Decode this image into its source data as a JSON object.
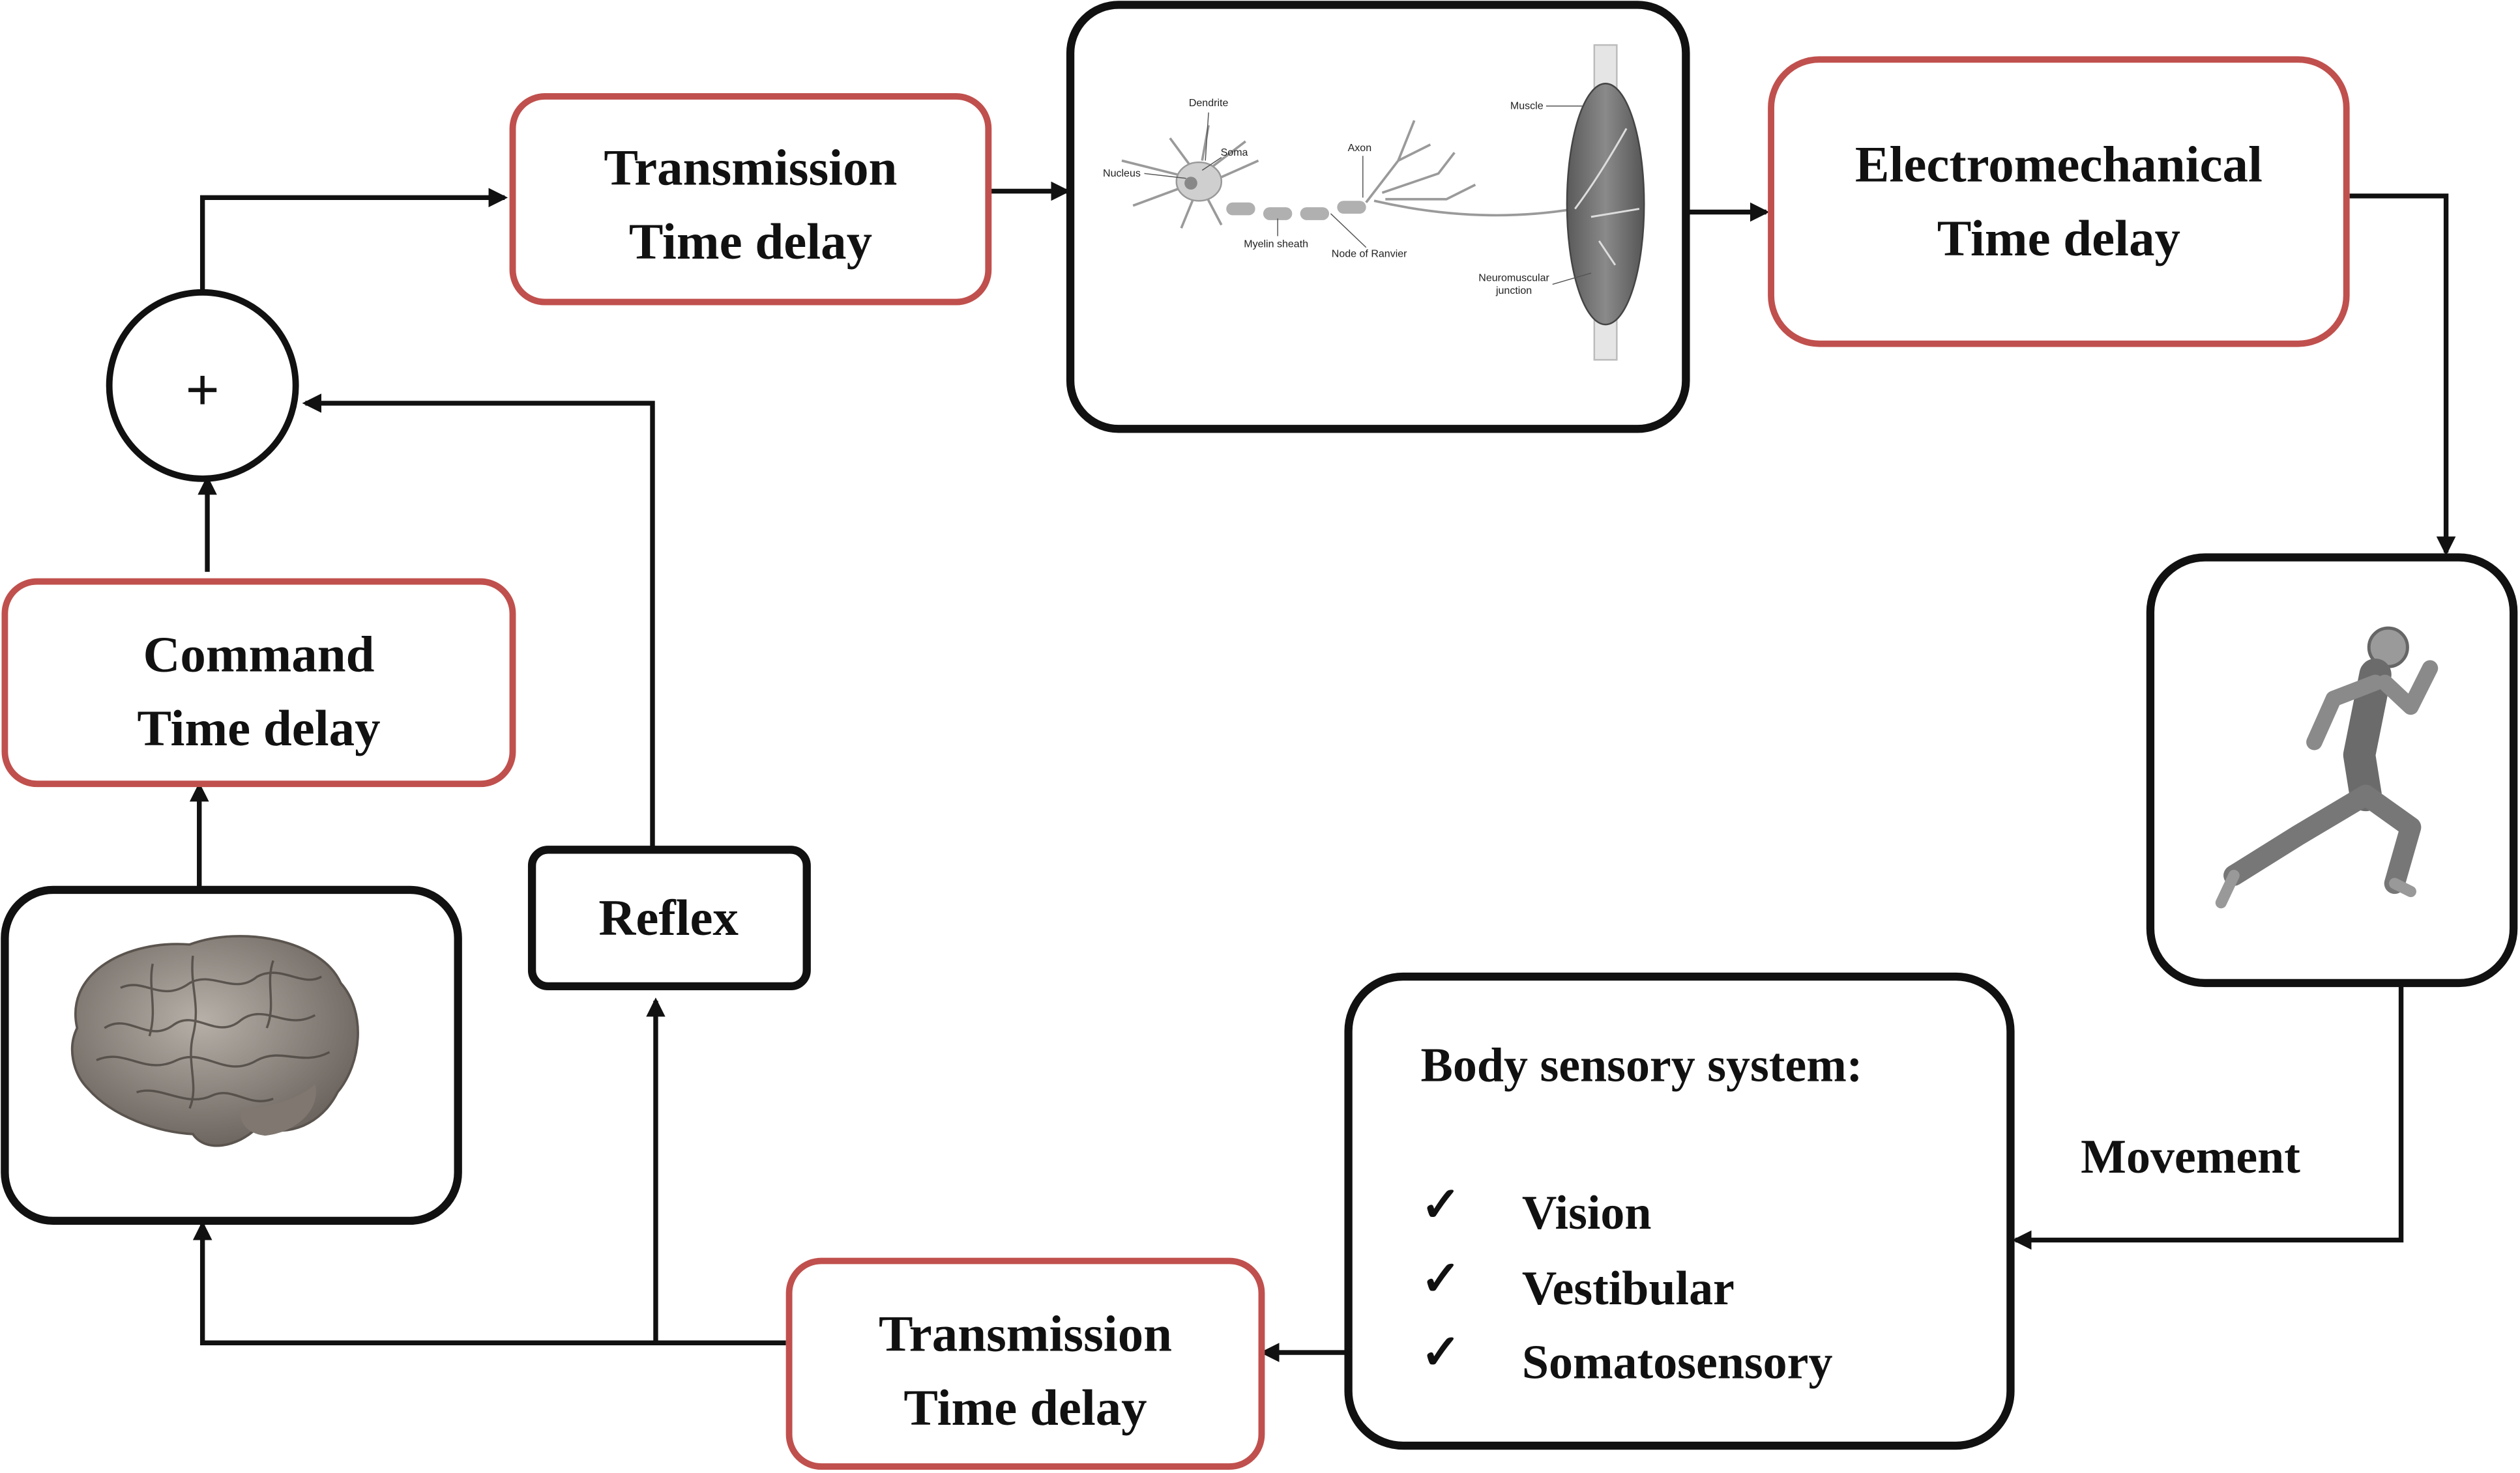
{
  "boxes": {
    "transmission_top": {
      "line1": "Transmission",
      "line2": "Time delay"
    },
    "electromechanical": {
      "line1": "Electromechanical",
      "line2": "Time delay"
    },
    "command": {
      "line1": "Command",
      "line2": "Time delay"
    },
    "reflex": {
      "label": "Reflex"
    },
    "transmission_bottom": {
      "line1": "Transmission",
      "line2": "Time delay"
    }
  },
  "sum_symbol": "+",
  "sensory": {
    "title": "Body sensory system:",
    "check": "✓",
    "items": [
      "Vision",
      "Vestibular",
      "Somatosensory"
    ]
  },
  "movement_label": "Movement",
  "neuron": {
    "dendrite": "Dendrite",
    "soma": "Soma",
    "nucleus": "Nucleus",
    "axon": "Axon",
    "myelin": "Myelin sheath",
    "ranvier": "Node of Ranvier",
    "muscle": "Muscle",
    "nmj_line1": "Neuromuscular",
    "nmj_line2": "junction"
  },
  "colors": {
    "delay_border": "#c0504d",
    "black_border": "#111111"
  }
}
